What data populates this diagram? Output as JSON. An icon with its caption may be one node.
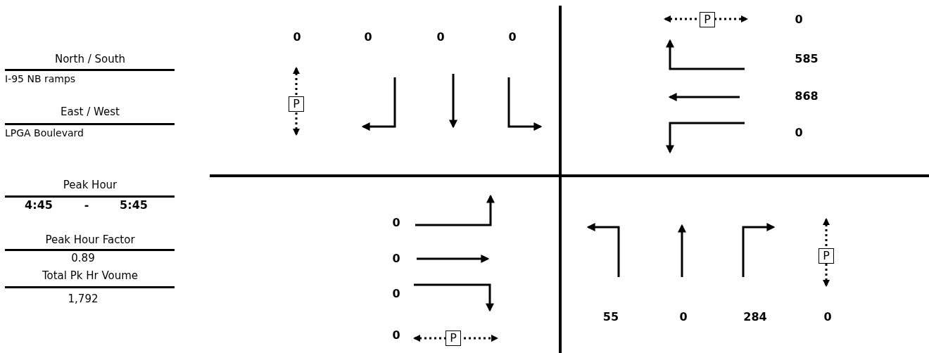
{
  "diagram": {
    "nodes": [
      {
        "text": [
          "P"
        ]
      },
      {
        "text": [
          "P"
        ]
      },
      {
        "text": [
          "P"
        ]
      },
      {
        "text": [
          "P"
        ]
      }
    ],
    "labels": [
      "North / South",
      "I-95 NB ramps",
      "East / West",
      "LPGA Boulevard",
      "Peak Hour",
      "4:45",
      "-",
      "5:45",
      "Peak Hour Factor",
      "0.89",
      "Total Pk Hr Voume",
      "1,792",
      "0",
      "0",
      "0",
      "0",
      "0",
      "585",
      "868",
      "0",
      "0",
      "0",
      "0",
      "55",
      "0",
      "284",
      "0",
      "0"
    ]
  }
}
